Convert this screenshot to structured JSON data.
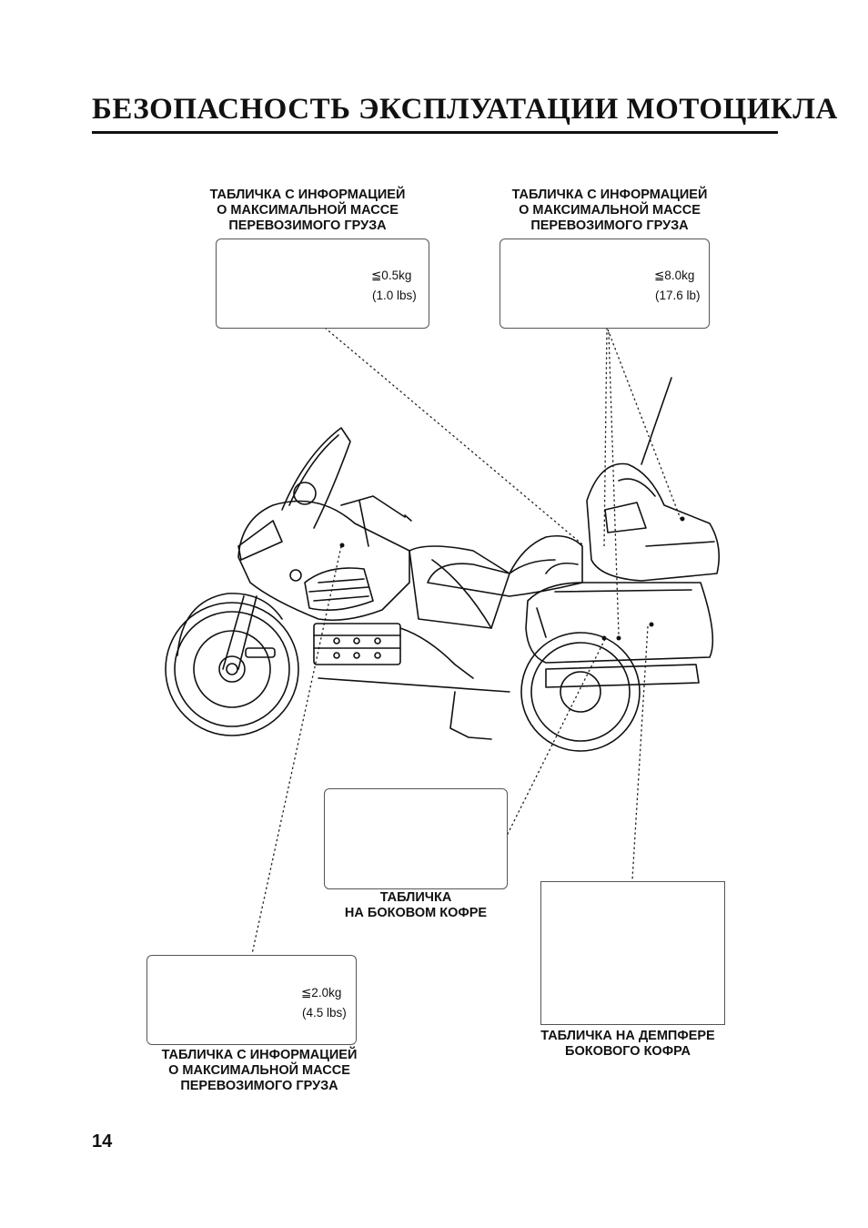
{
  "title": "БЕЗОПАСНОСТЬ ЭКСПЛУАТАЦИИ МОТОЦИКЛА",
  "page_number": "14",
  "labels": {
    "top_left": {
      "caption": [
        "ТАБЛИЧКА С ИНФОРМАЦИЕЙ",
        "О МАКСИМАЛЬНОЙ МАССЕ",
        "ПЕРЕВОЗИМОГО ГРУЗА"
      ],
      "limit": "≦0.5kg",
      "limit_alt": "(1.0 lbs)"
    },
    "top_right": {
      "caption": [
        "ТАБЛИЧКА С ИНФОРМАЦИЕЙ",
        "О МАКСИМАЛЬНОЙ МАССЕ",
        "ПЕРЕВОЗИМОГО ГРУЗА"
      ],
      "limit": "≦8.0kg",
      "limit_alt": "(17.6 lb)"
    },
    "saddlebag": {
      "caption": [
        "ТАБЛИЧКА",
        "НА БОКОВОМ КОФРЕ"
      ]
    },
    "damper": {
      "caption": [
        "ТАБЛИЧКА НА ДЕМПФЕРЕ",
        "БОКОВОГО КОФРА"
      ]
    },
    "bottom_left": {
      "caption": [
        "ТАБЛИЧКА С ИНФОРМАЦИЕЙ",
        "О МАКСИМАЛЬНОЙ МАССЕ",
        "ПЕРЕВОЗИМОГО ГРУЗА"
      ],
      "limit": "≦2.0kg",
      "limit_alt": "(4.5 lbs)"
    }
  },
  "icons": [
    "read-manual-icon",
    "cargo-weight-icon",
    "no-cargo-in-saddlebag-icon",
    "no-tools-icon",
    "no-fire-icon",
    "motorcycle-illustration"
  ],
  "colors": {
    "ink": "#111111",
    "frame": "#555555"
  }
}
